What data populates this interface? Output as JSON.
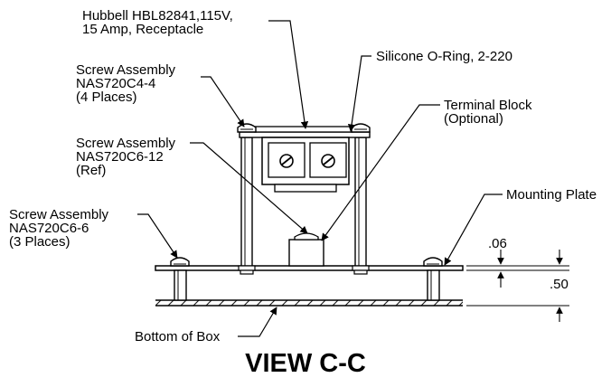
{
  "callouts": {
    "receptacle": [
      "Hubbell HBL82841,115V,",
      "15 Amp, Receptacle"
    ],
    "oring": [
      "Silicone O-Ring, 2-220"
    ],
    "screw_top": [
      "Screw Assembly",
      "NAS720C4-4",
      "(4 Places)"
    ],
    "terminal_block": [
      "Terminal Block",
      "(Optional)"
    ],
    "screw_ref": [
      "Screw Assembly",
      "NAS720C6-12",
      "(Ref)"
    ],
    "mounting_plate": [
      "Mounting Plate"
    ],
    "screw_base": [
      "Screw Assembly",
      "NAS720C6-6",
      "(3 Places)"
    ],
    "bottom_box": [
      "Bottom of Box"
    ]
  },
  "dimensions": {
    "plate_thickness": ".06",
    "standoff_height": ".50"
  },
  "view_title": "VIEW C-C",
  "colors": {
    "line": "#000000",
    "part_fill": "#ffffff",
    "hatch": "#000000"
  }
}
